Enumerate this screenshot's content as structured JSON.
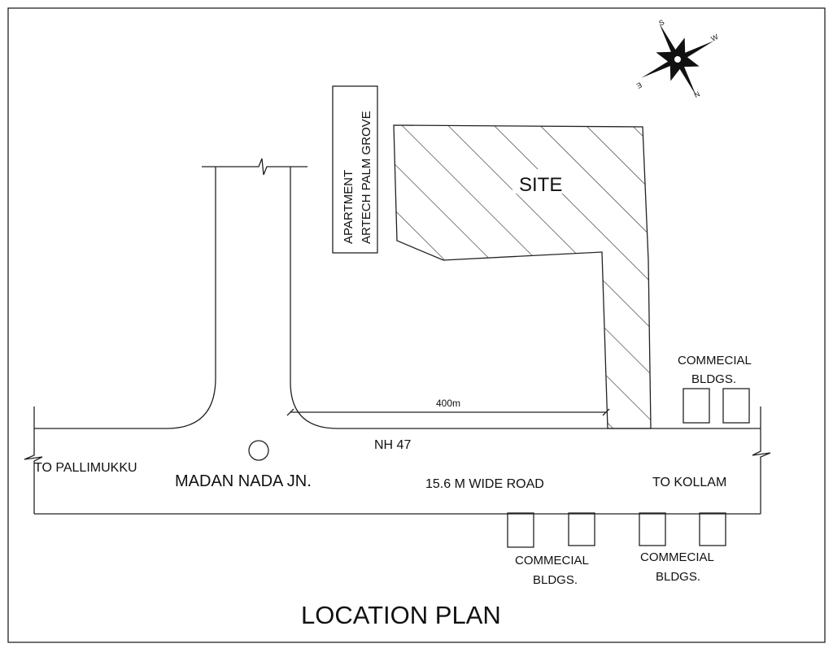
{
  "title": "LOCATION PLAN",
  "site_label": "SITE",
  "apartment": {
    "line1": "APARTMENT",
    "line2": "ARTECH PALM GROVE"
  },
  "road": {
    "name": "NH 47",
    "width": "15.6 M WIDE ROAD",
    "junction": "MADAN NADA JN.",
    "to_left": "TO  PALLIMUKKU",
    "to_right": "TO  KOLLAM"
  },
  "dimension": "400m",
  "commercial": [
    {
      "line1": "COMMECIAL",
      "line2": "BLDGS."
    },
    {
      "line1": "COMMECIAL",
      "line2": "BLDGS."
    },
    {
      "line1": "COMMECIAL",
      "line2": "BLDGS."
    }
  ],
  "compass": {
    "n": "N",
    "s": "S",
    "e": "E",
    "w": "W"
  }
}
